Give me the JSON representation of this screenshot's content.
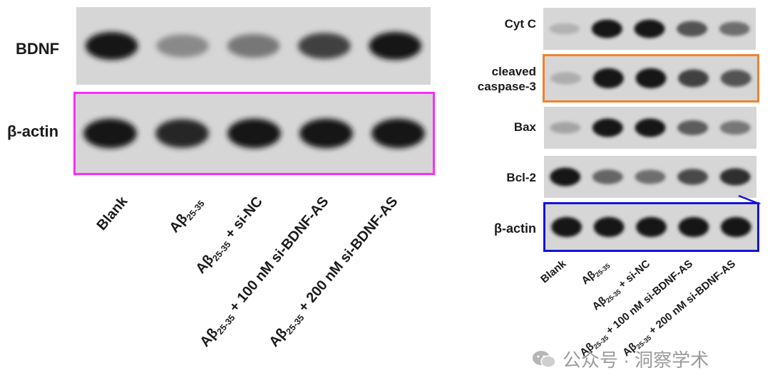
{
  "left_panel": {
    "labels": {
      "bdnf": "BDNF",
      "actin": "β-actin"
    },
    "lanes": [
      {
        "main": "Blank",
        "sub": "",
        "tail": ""
      },
      {
        "main": "Aβ",
        "sub": "25-35",
        "tail": ""
      },
      {
        "main": "Aβ",
        "sub": "25-35",
        "tail": " + si-NC"
      },
      {
        "main": "Aβ",
        "sub": "25-35",
        "tail": " + 100 nM si-BDNF-AS"
      },
      {
        "main": "Aβ",
        "sub": "25-35",
        "tail": " + 200 nM si-BDNF-AS"
      }
    ],
    "band_intensity": {
      "bdnf": [
        1.0,
        0.35,
        0.45,
        0.75,
        1.0
      ],
      "actin": [
        1.0,
        0.9,
        1.0,
        1.0,
        1.0
      ]
    },
    "highlight_color": "#ff2bff"
  },
  "right_panel": {
    "labels": {
      "cytc": "Cyt C",
      "casp1": "cleaved",
      "casp2": "caspase-3",
      "bax": "Bax",
      "bcl2": "Bcl-2",
      "actin": "β-actin"
    },
    "lanes": [
      {
        "main": "Blank",
        "sub": "",
        "tail": ""
      },
      {
        "main": "Aβ",
        "sub": "25-35",
        "tail": ""
      },
      {
        "main": "Aβ",
        "sub": "25-35",
        "tail": " + si-NC"
      },
      {
        "main": "Aβ",
        "sub": "25-35",
        "tail": " + 100 nM si-BDNF-AS"
      },
      {
        "main": "Aβ",
        "sub": "25-35",
        "tail": " + 200 nM si-BDNF-AS"
      }
    ],
    "band_intensity": {
      "cytc": [
        0.12,
        1.0,
        1.0,
        0.65,
        0.5
      ],
      "caspase3": [
        0.15,
        1.0,
        1.0,
        0.75,
        0.65
      ],
      "bax": [
        0.2,
        1.0,
        1.0,
        0.6,
        0.45
      ],
      "bcl2": [
        1.0,
        0.55,
        0.5,
        0.7,
        0.85
      ],
      "actin": [
        1.0,
        1.0,
        1.0,
        1.0,
        1.0
      ]
    },
    "caspase_frame_color": "#f0822e",
    "actin_frame_color": "#1414d8"
  },
  "watermark": {
    "text": "公众号 · 洞察学术",
    "icon": "wechat-icon"
  }
}
